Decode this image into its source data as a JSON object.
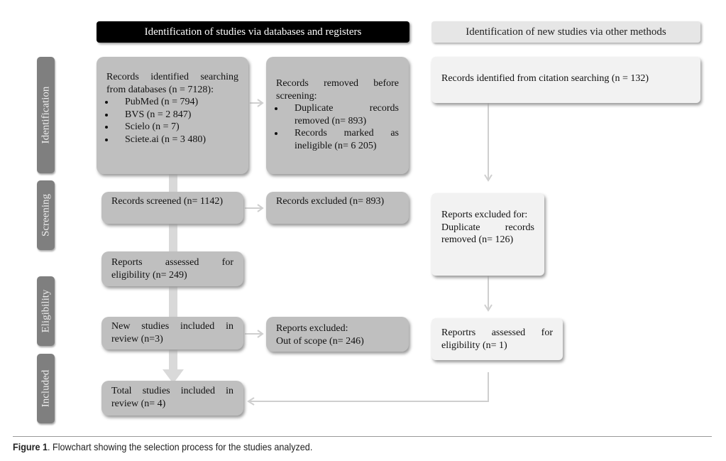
{
  "headers": {
    "databases": "Identification of studies via databases and registers",
    "other": "Identification of new studies via other methods"
  },
  "phases": [
    "Identification",
    "Screening",
    "Eligibility",
    "Included"
  ],
  "boxes": {
    "records_identified": {
      "intro": "Records identified searching from databases (n = 7128):",
      "items": [
        "PubMed (n = 794)",
        "BVS (n = 2 847)",
        "Scielo (n = 7)",
        "Sciete.ai (n = 3 480)"
      ]
    },
    "records_removed": {
      "intro": "Records removed before screening:",
      "items": [
        "Duplicate records removed (n= 893)",
        "Records marked as ineligible (n= 6 205)"
      ]
    },
    "citation_searching": "Records identified from citation searching (n = 132)",
    "records_screened": "Records screened (n= 1142)",
    "records_excluded": "Records excluded (n= 893)",
    "reports_excluded_other": {
      "line1": "Reports excluded for:",
      "line2": "Duplicate records removed (n= 126)"
    },
    "reports_assessed": "Reports assessed for eligibility (n= 249)",
    "new_studies": "New studies included in review (n=3)",
    "reports_excluded": {
      "line1": "Reports excluded:",
      "line2": "Out of scope (n= 246)"
    },
    "reports_assessed_other": "Reportrs assessed for eligibility (n= 1)",
    "total_included": "Total studies included in review (n= 4)"
  },
  "caption": {
    "label": "Figure 1",
    "text": ". Flowchart showing the selection process for the studies analyzed."
  }
}
